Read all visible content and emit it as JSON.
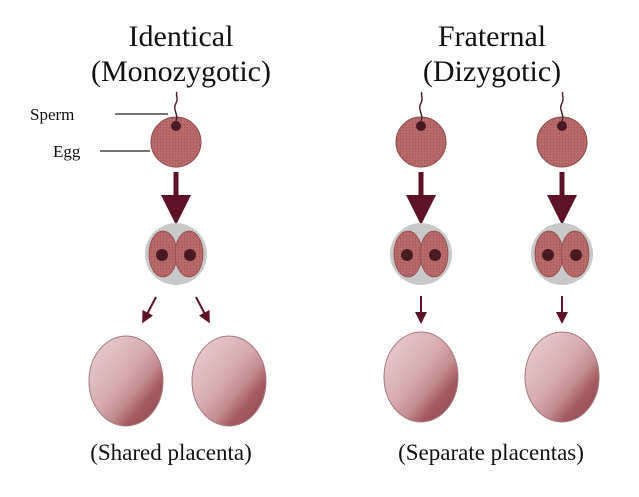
{
  "identical": {
    "title_line1": "Identical",
    "title_line2": "(Monozygotic)",
    "caption": "(Shared placenta)",
    "sperm_label": "Sperm",
    "egg_label": "Egg"
  },
  "fraternal": {
    "title_line1": "Fraternal",
    "title_line2": "(Dizygotic)",
    "caption": "(Separate placentas)"
  },
  "colors": {
    "cell_fill": "#b56868",
    "cell_stroke": "#8e4a4a",
    "nucleus": "#4a1a22",
    "arrow": "#5e1228",
    "zygote_ring": "#c8c8c8",
    "placenta_light": "#e8c9c9",
    "placenta_dark": "#9a4f55"
  }
}
